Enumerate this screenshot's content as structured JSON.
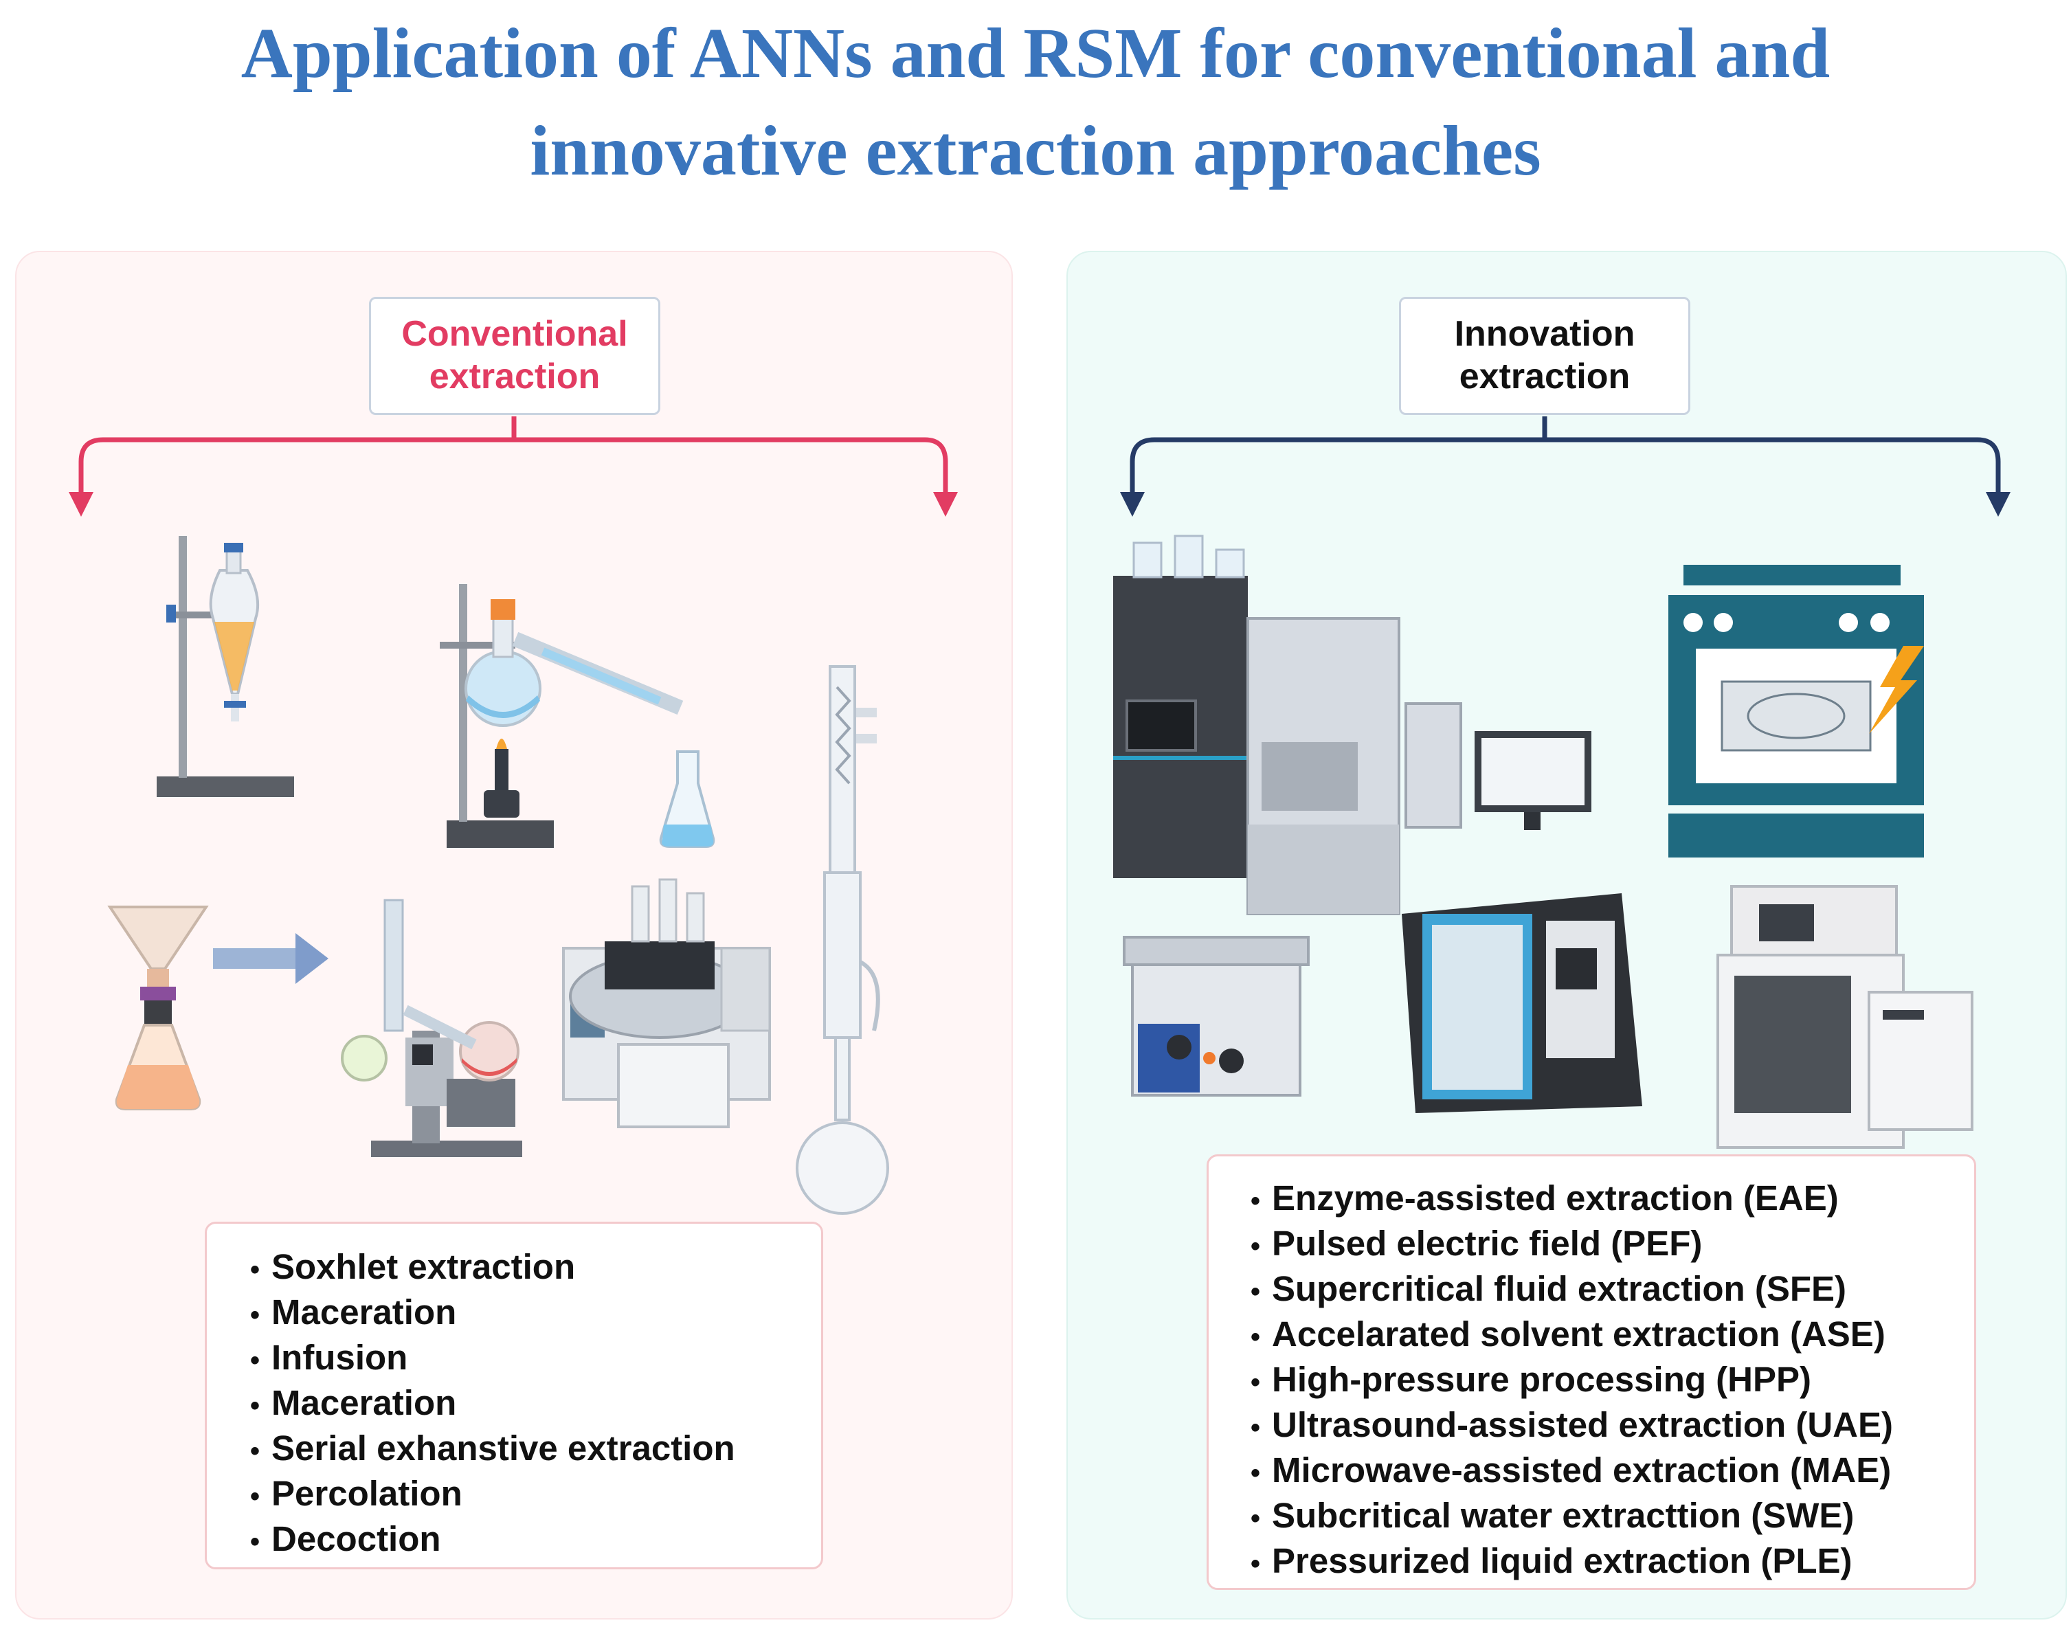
{
  "title": {
    "line1": "Application of ANNs and RSM for conventional and",
    "line2": "innovative extraction approaches"
  },
  "conventional": {
    "heading_line1": "Conventional",
    "heading_line2": "extraction",
    "heading_color": "#e23c62",
    "arrow_color": "#e23c62",
    "items": [
      "Soxhlet extraction",
      "Maceration",
      "Infusion",
      "Maceration",
      "Serial exhanstive extraction",
      "Percolation",
      "Decoction"
    ]
  },
  "innovation": {
    "heading_line1": "Innovation",
    "heading_line2": "extraction",
    "heading_color": "#111111",
    "arrow_color": "#253b66",
    "items": [
      "Enzyme-assisted extraction (EAE)",
      "Pulsed electric field (PEF)",
      "Supercritical fluid extraction (SFE)",
      "Accelarated solvent extraction (ASE)",
      "High-pressure processing (HPP)",
      "Ultrasound-assisted extraction (UAE)",
      "Microwave-assisted extraction (MAE)",
      "Subcritical water extracttion (SWE)",
      "Pressurized liquid extraction (PLE)"
    ]
  },
  "illustrations": {
    "conventional": [
      "separatory-funnel-icon",
      "distillation-apparatus-icon",
      "erlenmeyer-flask-icon",
      "filtration-funnel-icon",
      "rotary-evaporator-icon",
      "automated-extractor-icon",
      "soxhlet-extractor-icon"
    ],
    "innovation": [
      "hplc-system-icon",
      "computer-icon",
      "microwave-oven-icon",
      "ultrasonic-bath-icon",
      "pressurized-extractor-icon",
      "microwave-extractor-icon"
    ]
  }
}
